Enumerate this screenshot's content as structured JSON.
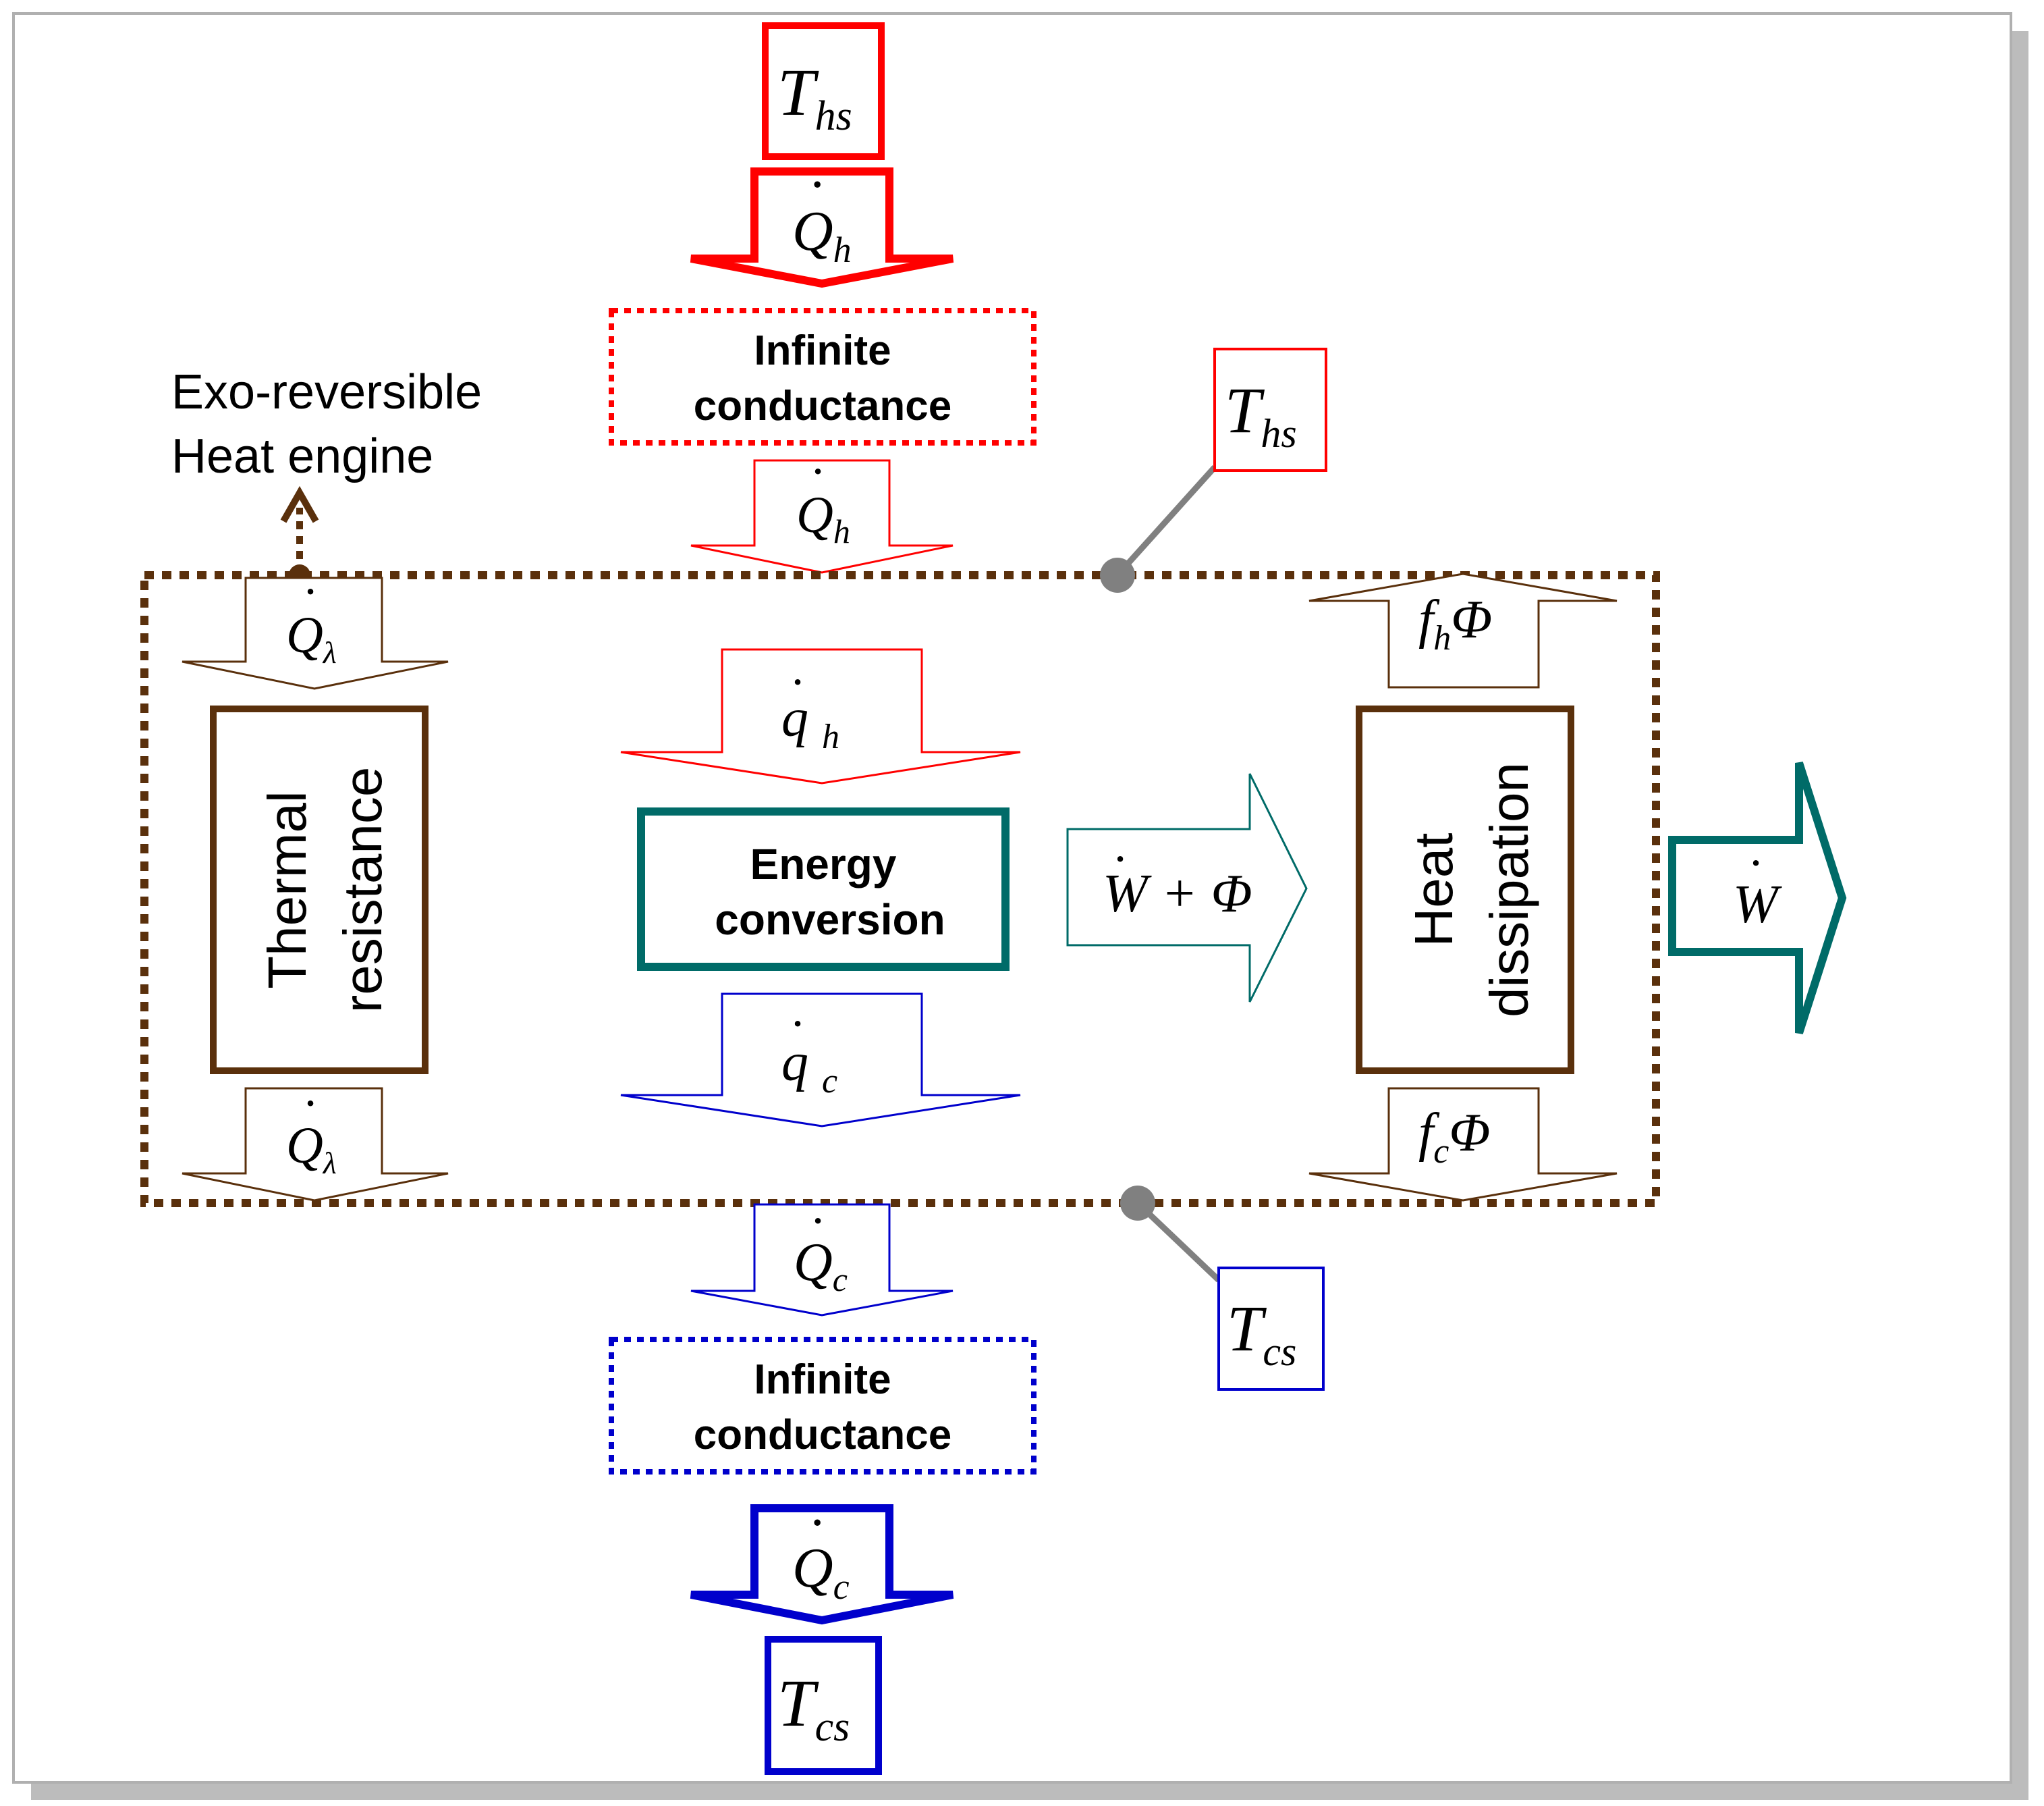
{
  "colors": {
    "hot": "#ff0000",
    "cold": "#0000cc",
    "brown": "#5a300c",
    "teal": "#006b68",
    "gray": "#808080",
    "frame_shadow": "#bcbcbc"
  },
  "hot_source": {
    "T": "T",
    "sub": "hs"
  },
  "cold_sink": {
    "T": "T",
    "sub": "cs"
  },
  "hot_conductance": {
    "line1": "Infinite",
    "line2": "conductance"
  },
  "cold_conductance": {
    "line1": "Infinite",
    "line2": "conductance"
  },
  "exo_label": {
    "line1": "Exo-reversible",
    "line2": "Heat engine"
  },
  "callout_hot": {
    "T": "T",
    "sub": "hs"
  },
  "callout_cold": {
    "T": "T",
    "sub": "cs"
  },
  "flows": {
    "Qh_top": {
      "sym": "Q",
      "sub": "h",
      "dot": "·"
    },
    "Qh_mid": {
      "sym": "Q",
      "sub": "h",
      "dot": "·"
    },
    "Qlambda_top": {
      "sym": "Q",
      "sub": "λ",
      "dot": "·"
    },
    "Qlambda_bottom": {
      "sym": "Q",
      "sub": "λ",
      "dot": "·"
    },
    "qh": {
      "sym": "q",
      "sub": "h",
      "dot": "·"
    },
    "qc": {
      "sym": "q",
      "sub": "c",
      "dot": "·"
    },
    "W_plus_Phi": {
      "text": "W + Φ",
      "dot": "·"
    },
    "fh_Phi": {
      "f": "f",
      "sub": "h",
      "phi": "Φ"
    },
    "fc_Phi": {
      "f": "f",
      "sub": "c",
      "phi": "Φ"
    },
    "W_out": {
      "sym": "W",
      "dot": "·"
    },
    "Qc_mid": {
      "sym": "Q",
      "sub": "c",
      "dot": "·"
    },
    "Qc_bottom": {
      "sym": "Q",
      "sub": "c",
      "dot": "·"
    }
  },
  "thermal_resistance": {
    "line1": "Thermal",
    "line2": "resistance"
  },
  "energy_conversion": {
    "line1": "Energy",
    "line2": "conversion"
  },
  "heat_dissipation": {
    "line1": "Heat",
    "line2": "dissipation"
  }
}
